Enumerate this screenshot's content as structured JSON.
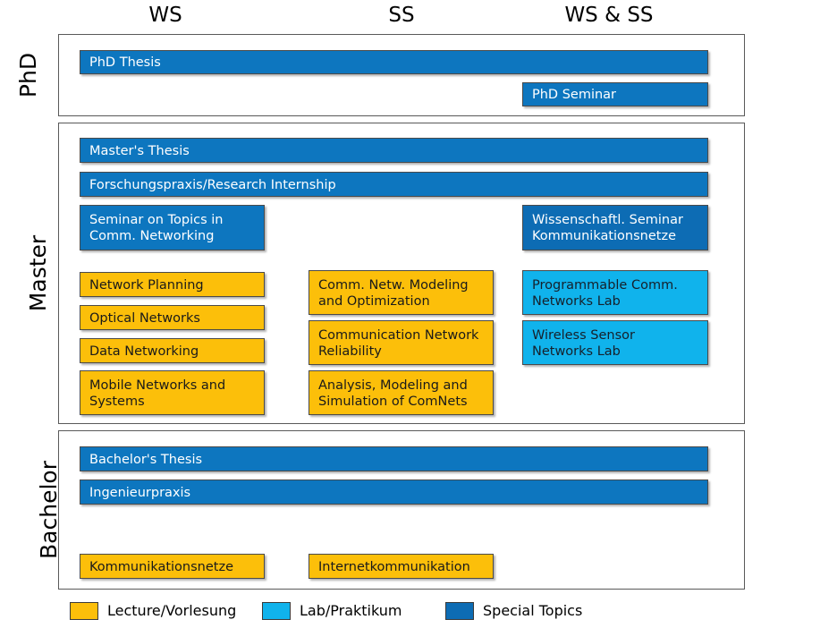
{
  "headers": [
    {
      "id": "ws",
      "label": "WS"
    },
    {
      "id": "ss",
      "label": "SS"
    },
    {
      "id": "wsss",
      "label": "WS & SS"
    }
  ],
  "levels": [
    {
      "id": "phd",
      "label": "PhD"
    },
    {
      "id": "master",
      "label": "Master"
    },
    {
      "id": "bachelor",
      "label": "Bachelor"
    }
  ],
  "phd": {
    "courses": [
      {
        "name": "PhD Thesis",
        "category": "special"
      },
      {
        "name": "PhD Seminar",
        "category": "special"
      }
    ]
  },
  "master": {
    "courses": [
      {
        "name": "Master's Thesis",
        "category": "special"
      },
      {
        "name": "Forschungspraxis/Research Internship",
        "category": "special"
      },
      {
        "name": "Seminar on Topics in Comm. Networking",
        "category": "special"
      },
      {
        "name": "Wissenschaftl. Seminar Kommunikationsnetze",
        "category": "special"
      },
      {
        "name": "Network Planning",
        "category": "lecture"
      },
      {
        "name": "Optical Networks",
        "category": "lecture"
      },
      {
        "name": "Data Networking",
        "category": "lecture"
      },
      {
        "name": "Mobile Networks and Systems",
        "category": "lecture"
      },
      {
        "name": "Comm. Netw. Modeling and Optimization",
        "category": "lecture"
      },
      {
        "name": "Communication Network Reliability",
        "category": "lecture"
      },
      {
        "name": "Analysis, Modeling and Simulation of ComNets",
        "category": "lecture"
      },
      {
        "name": "Programmable Comm. Networks Lab",
        "category": "lab"
      },
      {
        "name": "Wireless Sensor Networks Lab",
        "category": "lab"
      }
    ]
  },
  "bachelor": {
    "courses": [
      {
        "name": "Bachelor's Thesis",
        "category": "special"
      },
      {
        "name": "Ingenieurpraxis",
        "category": "special"
      },
      {
        "name": "Kommunikationsnetze",
        "category": "lecture"
      },
      {
        "name": "Internetkommunikation",
        "category": "lecture"
      }
    ]
  },
  "legend": [
    {
      "id": "lecture",
      "label": "Lecture/Vorlesung",
      "color": "#fcbf0a"
    },
    {
      "id": "lab",
      "label": "Lab/Praktikum",
      "color": "#10b3ec"
    },
    {
      "id": "special",
      "label": "Special Topics",
      "color": "#0d6cb4"
    }
  ],
  "colors": {
    "lecture": "#fcbf0a",
    "lab": "#10b3ec",
    "special": "#0d76bf",
    "special_dark": "#0d6cb4",
    "panel_border": "#595959",
    "text_dark": "#1a1a1a",
    "text_light": "#ffffff"
  }
}
